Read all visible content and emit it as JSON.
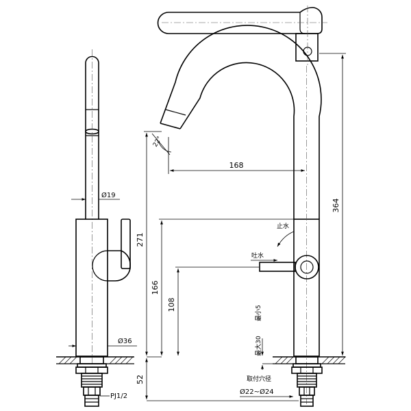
{
  "labels": {
    "d_pipe": "Ø19",
    "d_body": "Ø36",
    "thread": "PJ1/2",
    "angle": "22°",
    "reach": "168",
    "total_height": "364",
    "spout_height": "271",
    "body_to_spout": "166",
    "lever_height": "108",
    "base_height": "52",
    "stop_water": "止水",
    "discharge": "吐水",
    "max_thickness": "最大30",
    "min_thickness": "最小5",
    "hole_diameter_label": "取付穴径",
    "hole_diameter_value": "Ø22~Ø24"
  }
}
